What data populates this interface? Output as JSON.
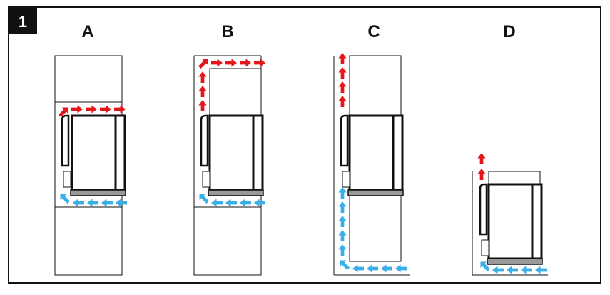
{
  "figure": {
    "badge": "1",
    "panels": [
      {
        "label": "A"
      },
      {
        "label": "B"
      },
      {
        "label": "C"
      },
      {
        "label": "D"
      }
    ]
  },
  "colors": {
    "border": "#111111",
    "outline": "#111111",
    "panel_bg": "#ffffff",
    "warm_air": "#e3161b",
    "cool_air": "#3aaee8",
    "base_strip": "#999999"
  }
}
